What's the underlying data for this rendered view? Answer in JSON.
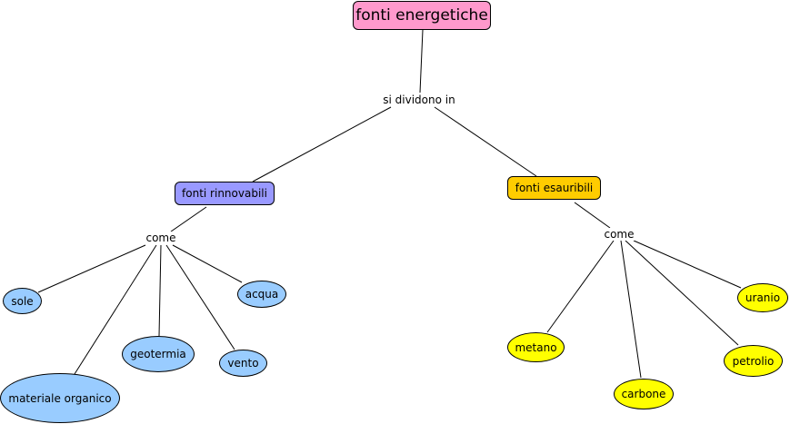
{
  "colors": {
    "root": "#ff99cc",
    "renewable": "#9999ff",
    "exhaustible": "#ffcc00",
    "renewable_leaf": "#99ccff",
    "exhaustible_leaf": "#ffff00"
  },
  "root": {
    "label": "fonti energetiche"
  },
  "link_main": {
    "label": "si dividono in"
  },
  "renewable": {
    "label": "fonti rinnovabili",
    "link": "come",
    "items": [
      "sole",
      "materiale organico",
      "geotermia",
      "vento",
      "acqua"
    ]
  },
  "exhaustible": {
    "label": "fonti esauribili",
    "link": "come",
    "items": [
      "metano",
      "carbone",
      "petrolio",
      "uranio"
    ]
  }
}
